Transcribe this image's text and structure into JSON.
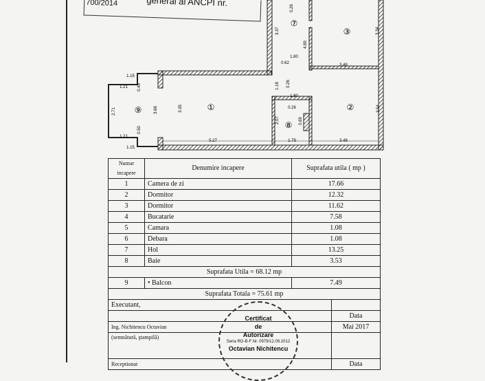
{
  "stamp": {
    "line1": "general al ANCPI nr.",
    "line2": "700/2014"
  },
  "plan": {
    "rooms": [
      "①",
      "②",
      "③",
      "⑦",
      "⑧",
      "⑨"
    ],
    "dims": {
      "d527": "5.27",
      "d179": "1.79",
      "d348b": "3.48",
      "d348t": "3.48",
      "d335": "3.35",
      "d366": "3.66",
      "d354": "3.54",
      "d334": "3.34",
      "d337": "3.37",
      "d489": "4.89",
      "d180a": "1.80",
      "d180b": "1.80",
      "d062": "0.62",
      "d118": "1.18",
      "d026a": "0.26",
      "d026b": "0.26",
      "d026c": "0.26",
      "d207": "2.07",
      "d069": "0.69",
      "d115a": "1.15",
      "d115b": "1.15",
      "d121a": "1.21",
      "d121b": "1.21",
      "d045": "0.45",
      "d050": "0.50",
      "d271": "2.71"
    }
  },
  "table": {
    "headers": [
      "Numar incapere",
      "Denumire incapere",
      "Suprafata utila ( mp )"
    ],
    "rows": [
      {
        "nr": "1",
        "name": "Camera de zi",
        "area": "17.66"
      },
      {
        "nr": "2",
        "name": "Dormitor",
        "area": "12.32"
      },
      {
        "nr": "3",
        "name": "Dormitor",
        "area": "11.62"
      },
      {
        "nr": "4",
        "name": "Bucatarie",
        "area": "7.58"
      },
      {
        "nr": "5",
        "name": "Camara",
        "area": "1.08"
      },
      {
        "nr": "6",
        "name": "Debara",
        "area": "1.08"
      },
      {
        "nr": "7",
        "name": "Hol",
        "area": "13.25"
      },
      {
        "nr": "8",
        "name": "Baie",
        "area": "3.53"
      }
    ],
    "utila": "Suprafata Utila = 68.12 mp",
    "balcon": {
      "nr": "9",
      "name": "• Balcon",
      "area": "7.49"
    },
    "totala": "Suprafata Totala = 75.61 mp",
    "executant": "Executant,",
    "data_label": "Data",
    "engineer": "Ing. Nichitencu Octavian",
    "date": "Mai 2017",
    "signature": "(semnătură, ştampilă)",
    "receptionat": "Receptionat",
    "data_label2": "Data"
  },
  "seal": {
    "line1": "Certificat",
    "line2": "de",
    "line3": "Autorizare",
    "line4": "Seria RO-B-F Nr. 0979/12.09.2012",
    "line5": "Octavian Nichitencu"
  }
}
